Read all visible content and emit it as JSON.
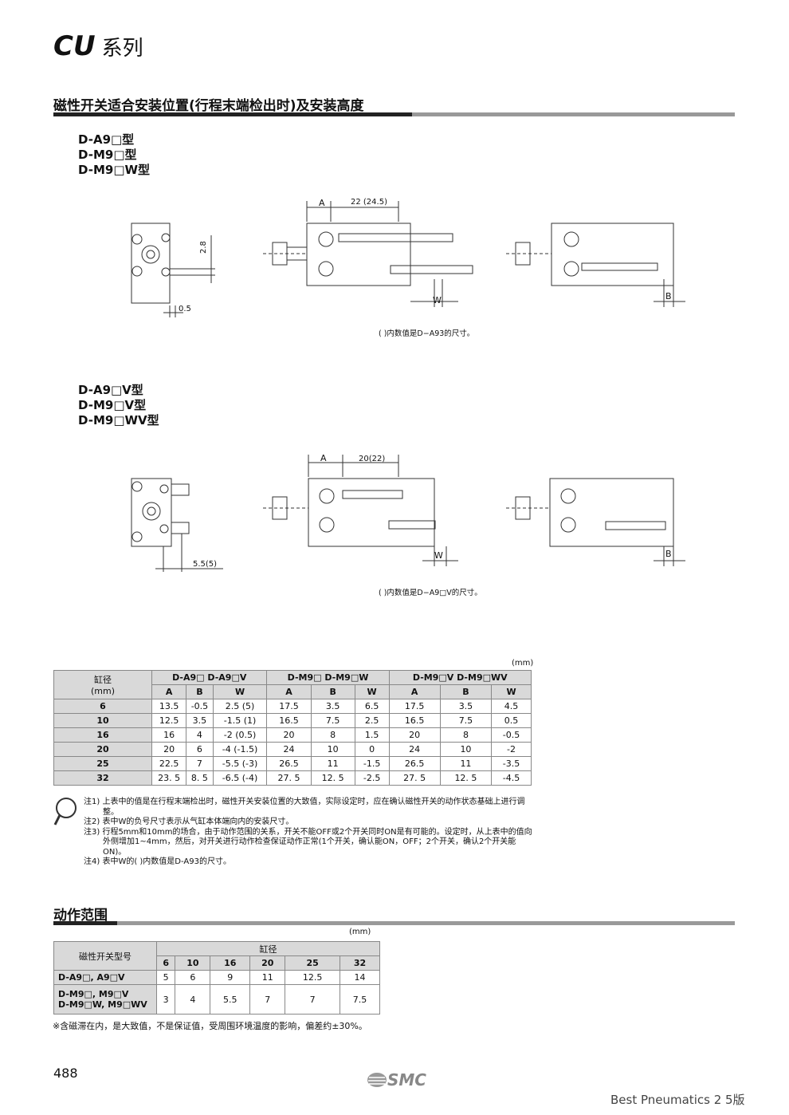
{
  "header": {
    "series_code": "CU",
    "series_suffix": "系列"
  },
  "section1": {
    "title": "磁性开关适合安装位置(行程末端检出时)及安装高度",
    "groupA": {
      "models": [
        "D-A9□型",
        "D-M9□型",
        "D-M9□W型"
      ],
      "dims": {
        "a": "A",
        "span": "22 (24.5)",
        "h": "2.8",
        "off": "0.5",
        "w": "W",
        "b": "B"
      },
      "note": "( )内数值是D−A93的尺寸。"
    },
    "groupB": {
      "models": [
        "D-A9□V型",
        "D-M9□V型",
        "D-M9□WV型"
      ],
      "dims": {
        "a": "A",
        "span": "20(22)",
        "off": "5.5(5)",
        "w": "W",
        "b": "B"
      },
      "note": "( )内数值是D−A9□V的尺寸。"
    }
  },
  "table1": {
    "unit": "(mm)",
    "bore_header": "缸径",
    "bore_unit": "(mm)",
    "groups": [
      "D-A9□  D-A9□V",
      "D-M9□  D-M9□W",
      "D-M9□V  D-M9□WV"
    ],
    "sub_headers": [
      "A",
      "B",
      "W",
      "A",
      "B",
      "W",
      "A",
      "B",
      "W"
    ],
    "rows": [
      {
        "bore": "6",
        "cells": [
          "13.5",
          "-0.5",
          "2.5 (5)",
          "17.5",
          "3.5",
          "6.5",
          "17.5",
          "3.5",
          "4.5"
        ]
      },
      {
        "bore": "10",
        "cells": [
          "12.5",
          "3.5",
          "-1.5 (1)",
          "16.5",
          "7.5",
          "2.5",
          "16.5",
          "7.5",
          "0.5"
        ]
      },
      {
        "bore": "16",
        "cells": [
          "16",
          "4",
          "-2 (0.5)",
          "20",
          "8",
          "1.5",
          "20",
          "8",
          "-0.5"
        ]
      },
      {
        "bore": "20",
        "cells": [
          "20",
          "6",
          "-4 (-1.5)",
          "24",
          "10",
          "0",
          "24",
          "10",
          "-2"
        ]
      },
      {
        "bore": "25",
        "cells": [
          "22.5",
          "7",
          "-5.5 (-3)",
          "26.5",
          "11",
          "-1.5",
          "26.5",
          "11",
          "-3.5"
        ]
      },
      {
        "bore": "32",
        "cells": [
          "23. 5",
          "8. 5",
          "-6.5 (-4)",
          "27. 5",
          "12. 5",
          "-2.5",
          "27. 5",
          "12. 5",
          "-4.5"
        ]
      }
    ],
    "notes": [
      "注1) 上表中的值是在行程末端检出时，磁性开关安装位置的大致值，实际设定时，应在确认磁性开关的动作状态基础上进行调整。",
      "注2) 表中W的负号尺寸表示从气缸本体端向内的安装尺寸。",
      "注3) 行程5mm和10mm的场合，由于动作范围的关系，开关不能OFF或2个开关同时ON是有可能的。设定时，从上表中的值向外侧增加1~4mm，然后，对开关进行动作检查保证动作正常(1个开关，确认能ON，OFF；2个开关，确认2个开关能ON)。",
      "注4) 表中W的(   )内数值是D-A93的尺寸。"
    ]
  },
  "section2": {
    "title": "动作范围",
    "unit": "(mm)",
    "col_header": "磁性开关型号",
    "bore_header": "缸径",
    "bores": [
      "6",
      "10",
      "16",
      "20",
      "25",
      "32"
    ],
    "rows": [
      {
        "label": "D-A9□, A9□V",
        "values": [
          "5",
          "6",
          "9",
          "11",
          "12.5",
          "14"
        ]
      },
      {
        "label": "D-M9□, M9□V\nD-M9□W, M9□WV",
        "label_lines": [
          "D-M9□, M9□V",
          "D-M9□W, M9□WV"
        ],
        "values": [
          "3",
          "4",
          "5.5",
          "7",
          "7",
          "7.5"
        ]
      }
    ],
    "footnote": "※含磁滞在内，是大致值，不是保证值，受周围环境温度的影响，偏差约±30%。"
  },
  "footer": {
    "page": "488",
    "logo": "SMC",
    "tagline": "Best Pneumatics 2 5版"
  }
}
